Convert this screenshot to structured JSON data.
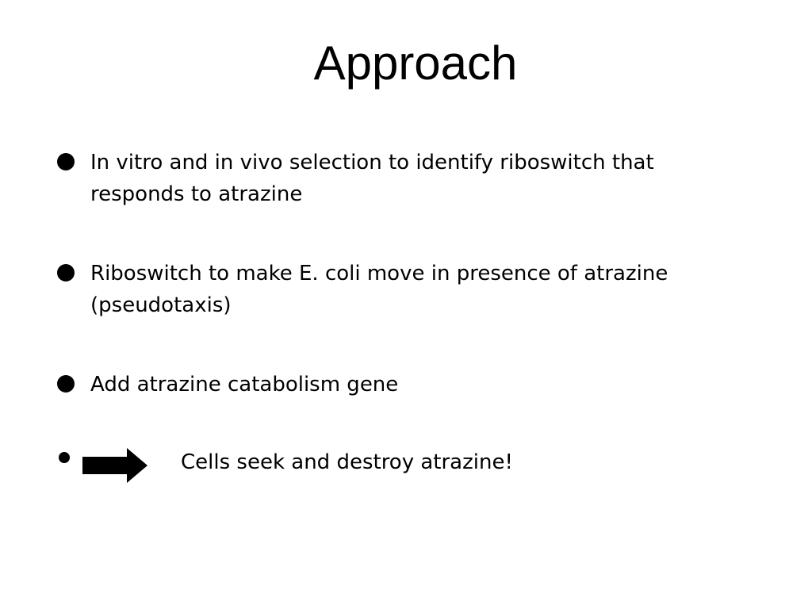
{
  "slide": {
    "title": "Approach",
    "bullets": [
      {
        "text": "In vitro and in vivo selection to identify riboswitch that responds to atrazine"
      },
      {
        "text": "Riboswitch to make E. coli move in presence of atrazine (pseudotaxis)"
      },
      {
        "text": "Add atrazine catabolism gene"
      },
      {
        "text": "Cells seek and destroy atrazine!",
        "icon": "right-arrow-icon"
      }
    ]
  },
  "colors": {
    "background": "#ffffff",
    "text": "#000000"
  }
}
